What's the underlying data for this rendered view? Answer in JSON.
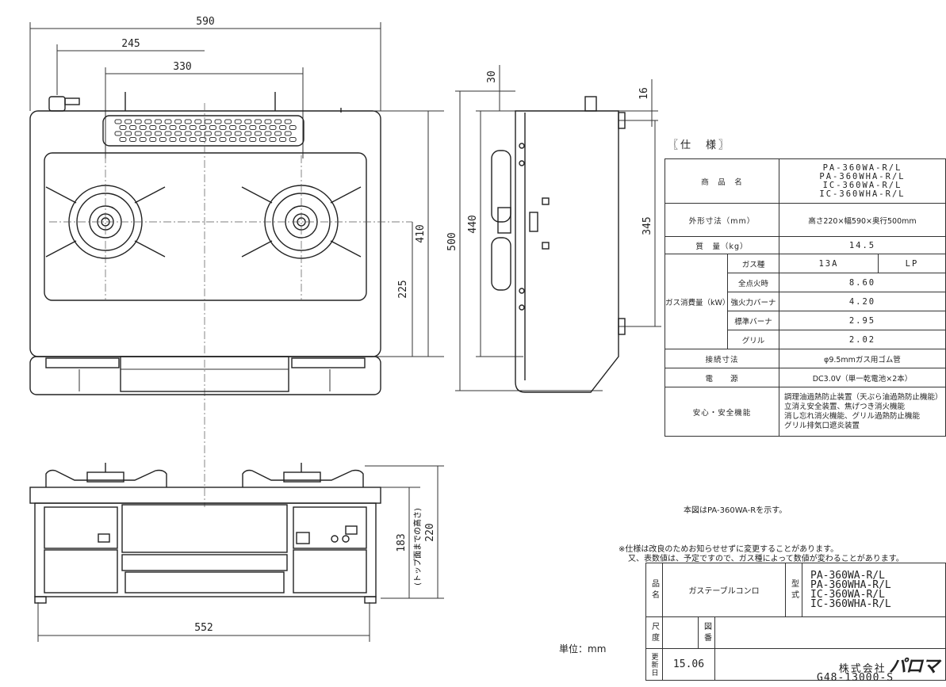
{
  "dimensions": {
    "top_width": "590",
    "top_245": "245",
    "top_330": "330",
    "top_410": "410",
    "top_225": "225",
    "side_500": "500",
    "side_440": "440",
    "side_345": "345",
    "side_30": "30",
    "side_16": "16",
    "front_552": "552",
    "front_183": "183",
    "front_183_note": "(トップ面までの高さ)",
    "front_220": "220"
  },
  "spec": {
    "title": "〖仕　様〗",
    "rows": {
      "product_label": "商　品　名",
      "product_models": [
        "PA-360WA-R/L",
        "PA-360WHA-R/L",
        "IC-360WA-R/L",
        "IC-360WHA-R/L"
      ],
      "size_label": "外形寸法（mm）",
      "size_value": "高さ220×幅590×奥行500mm",
      "mass_label": "質　量（kg）",
      "mass_value": "14.5",
      "gas_label": "ガス消費量（kW）",
      "gas_kind_label": "ガス種",
      "gas_13a": "13A",
      "gas_lp": "LP",
      "all_fire_label": "全点火時",
      "all_fire_value": "8.60",
      "strong_label": "強火力バーナ",
      "strong_value": "4.20",
      "standard_label": "標準バーナ",
      "standard_value": "2.95",
      "grill_label": "グリル",
      "grill_value": "2.02",
      "connect_label": "接続寸法",
      "connect_value": "φ9.5mmガス用ゴム管",
      "power_label": "電　　源",
      "power_value": "DC3.0V（単一乾電池×2本）",
      "safety_label": "安心・安全機能",
      "safety_items": [
        "調理油過熱防止装置（天ぷら油過熱防止機能）",
        "立消え安全装置、焦げつき消火機能",
        "消し忘れ消火機能、グリル過熱防止機能",
        "グリル排気口遮炎装置"
      ]
    }
  },
  "notes": {
    "figure_note": "本図はPA-360WA-Rを示す。",
    "disclaimer_1": "※仕様は改良のためお知らせせずに変更することがあります。",
    "disclaimer_2": "又、表数値は、予定ですので、ガス種によって数値が変わることがあります。",
    "unit": "単位：mm"
  },
  "title_block": {
    "name_label": "品名",
    "name_value": "ガステーブルコンロ",
    "model_label": "型式",
    "models": [
      "PA-360WA-R/L",
      "PA-360WHA-R/L",
      "IC-360WA-R/L",
      "IC-360WHA-R/L"
    ],
    "scale_label": "尺度",
    "drawing_no_label": "図番",
    "revision_label": "更新日",
    "revision_value": "15.06",
    "company": "株式会社",
    "logo": "パロマ",
    "doc_number": "G48-13000-S"
  }
}
